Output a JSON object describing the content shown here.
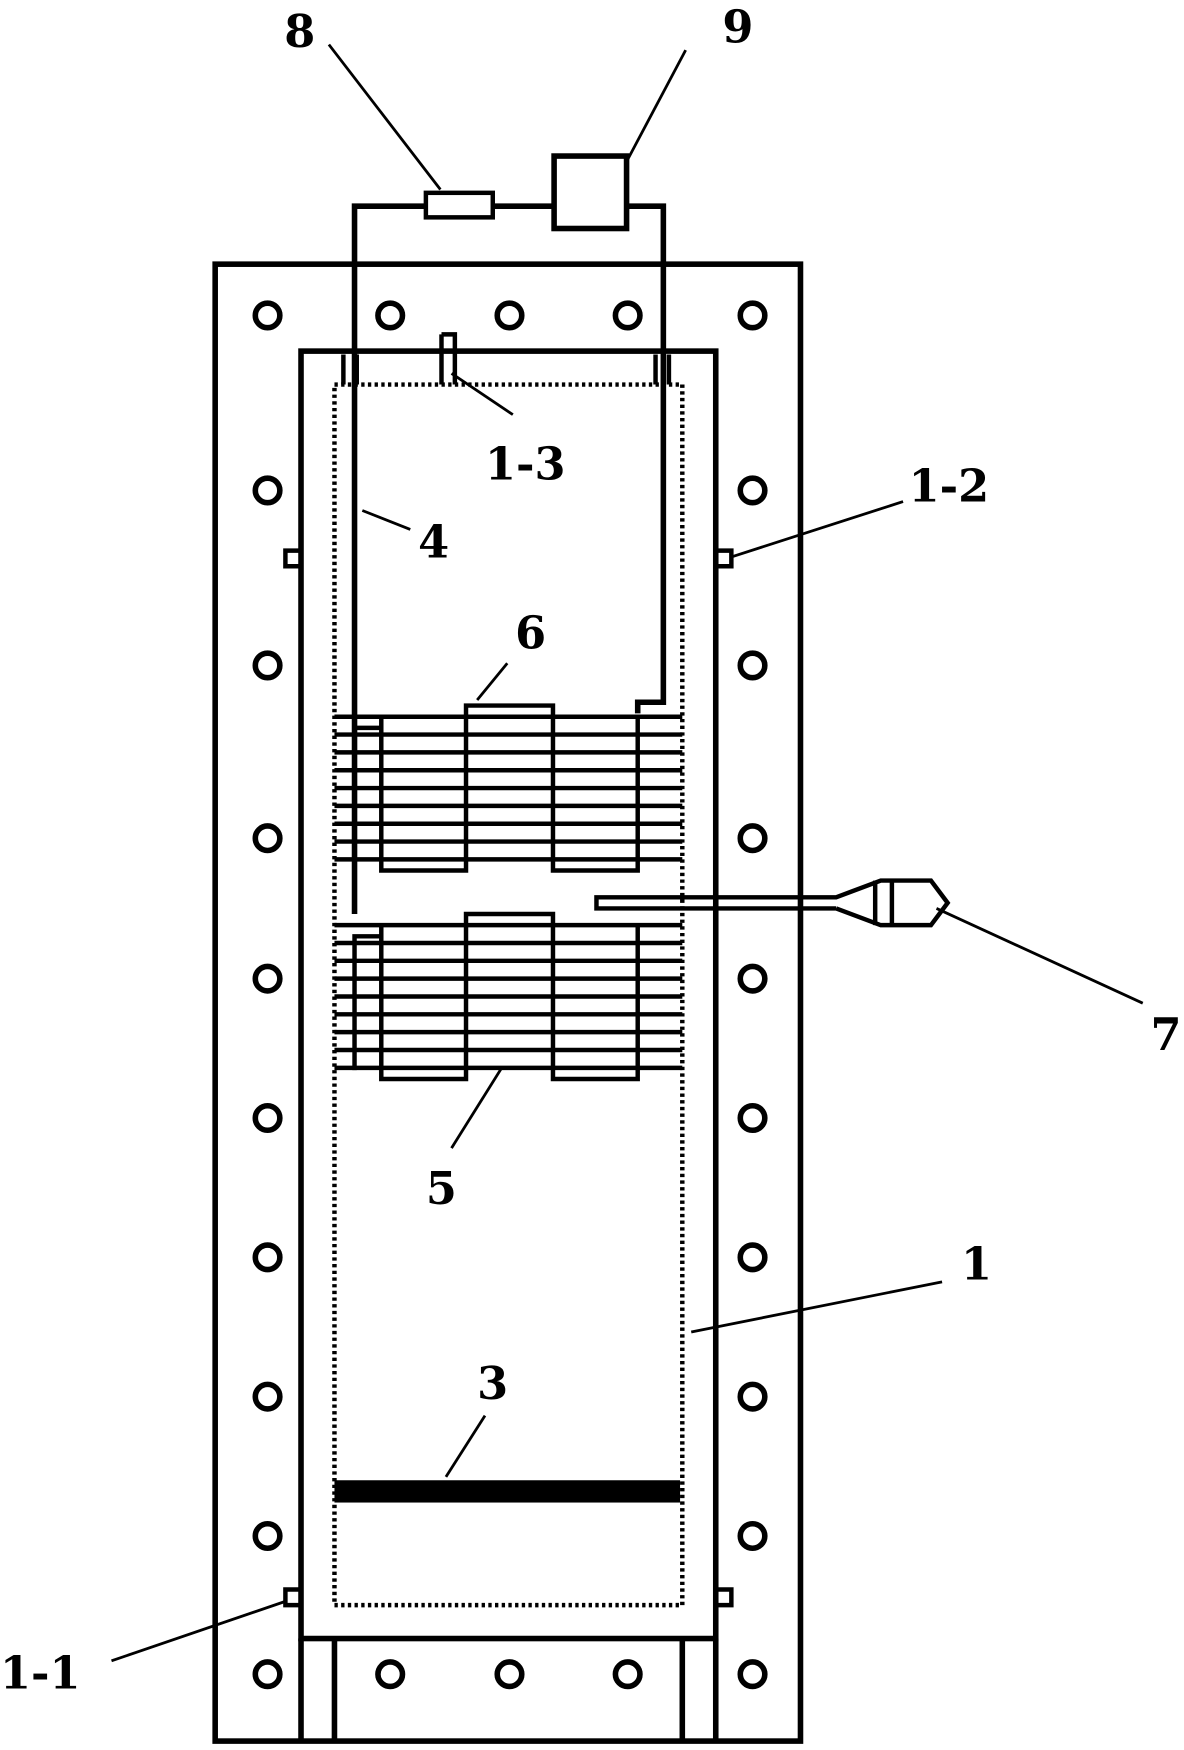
{
  "labels": {
    "l8": "8",
    "l9": "9",
    "l1_3": "1-3",
    "l1_2": "1-2",
    "l4": "4",
    "l6": "6",
    "l7": "7",
    "l5": "5",
    "l1": "1",
    "l3": "3",
    "l1_1": "1-1"
  },
  "colors": {
    "ink": "#000000",
    "background": "#ffffff"
  }
}
